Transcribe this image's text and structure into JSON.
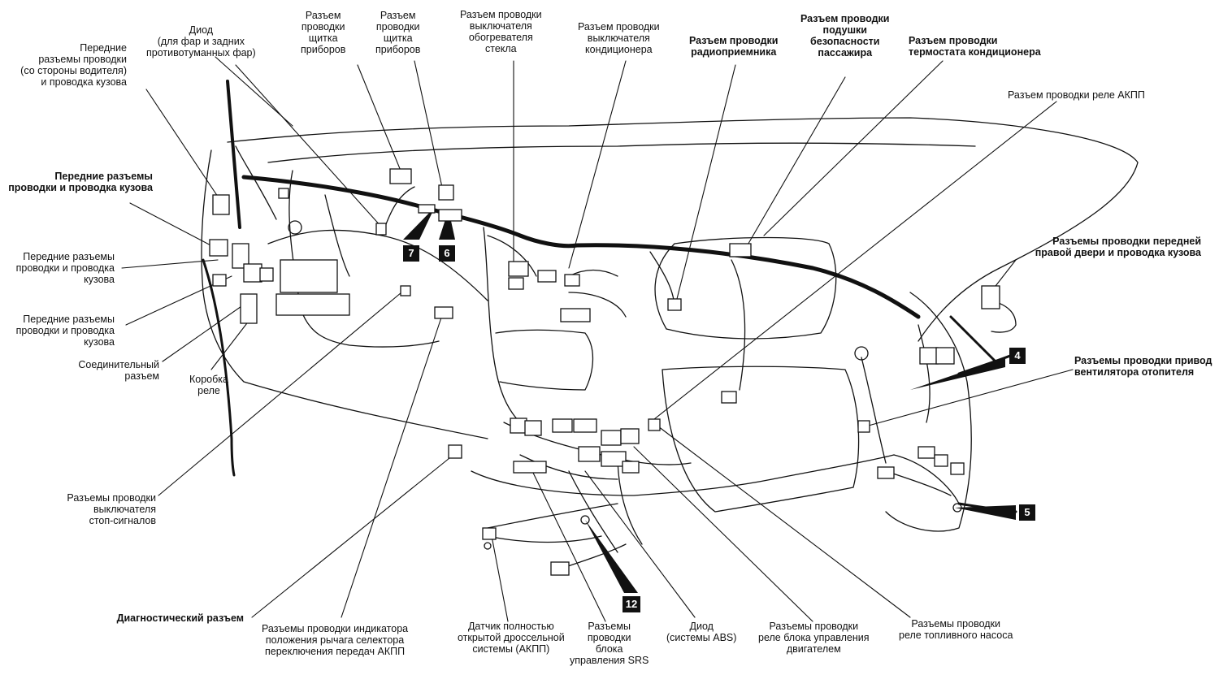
{
  "labels": {
    "diode_headlights": "Диод\n(для фар и задних\nпротивотуманных фар)",
    "front_conn_driver": "Передние\nразъемы проводки\n(со стороны водителя)\nи проводка кузова",
    "front_conn_body_1": "Передние разъемы\nпроводки и проводка кузова",
    "front_conn_body_2": "Передние разъемы\nпроводки и проводка\nкузова",
    "front_conn_body_3": "Передние разъемы\nпроводки и проводка\nкузова",
    "joint_connector": "Соединительный\nразъем",
    "relay_box": "Коробка\nреле",
    "stoplight_switch": "Разъемы проводки\nвыключателя\nстоп-сигналов",
    "diagnostic_connector": "Диагностический разъем",
    "at_indicator": "Разъемы проводки индикатора\nположения рычага селектора\nпереключения передач АКПП",
    "throttle_sensor": "Датчик полностью\nоткрытой дроссельной\nсистемы (АКПП)",
    "srs_unit": "Разъемы\nпроводки\nблока\nуправления SRS",
    "diode_abs": "Диод\n(системы ABS)",
    "engine_relay": "Разъемы проводки\nреле блока управления\nдвигателем",
    "fuel_pump_relay": "Разъемы проводки\nреле топливного насоса",
    "instrument_1": "Разъем\nпроводки\nщитка\nприборов",
    "instrument_2": "Разъем\nпроводки\nщитка\nприборов",
    "defogger_switch": "Разъем проводки\nвыключателя\nобогревателя\nстекла",
    "ac_switch": "Разъем проводки\nвыключателя\nкондиционера",
    "radio": "Разъем проводки\nрадиоприемника",
    "airbag_passenger": "Разъем проводки\nподушки\nбезопасности\nпассажира",
    "ac_thermostat": "Разъем проводки\nтермостата кондиционера",
    "at_relay": "Разъем проводки реле АКПП",
    "front_right_door": "Разъемы проводки передней\nправой двери и проводка кузова",
    "blower_motor": "Разъемы проводки привод\nвентилятора отопителя"
  },
  "badges": [
    "7",
    "6",
    "4",
    "5",
    "12"
  ],
  "colors": {
    "line": "#111111",
    "background": "#ffffff"
  }
}
